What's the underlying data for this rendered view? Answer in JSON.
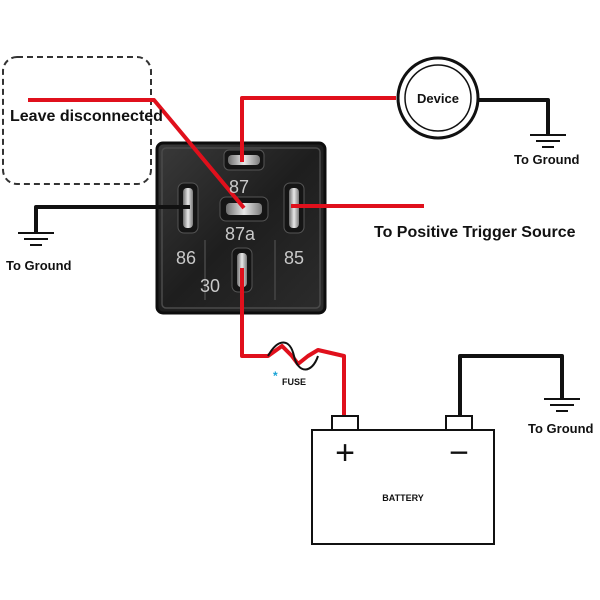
{
  "labels": {
    "leave_disconnected": "Leave disconnected",
    "device": "Device",
    "to_ground_right": "To Ground",
    "to_ground_left": "To Ground",
    "to_ground_battery": "To Ground",
    "positive_trigger": "To Positive Trigger Source",
    "fuse": "FUSE",
    "fuse_marker": "*",
    "battery": "BATTERY",
    "battery_plus": "+",
    "battery_minus": "−"
  },
  "relay_pins": {
    "pin_87": "87",
    "pin_87a": "87a",
    "pin_86": "86",
    "pin_85": "85",
    "pin_30": "30"
  },
  "colors": {
    "positive_wire": "#e0101c",
    "ground_wire": "#111111",
    "relay_body": "#2a2a2a",
    "fuse_marker": "#1aa3d6"
  }
}
